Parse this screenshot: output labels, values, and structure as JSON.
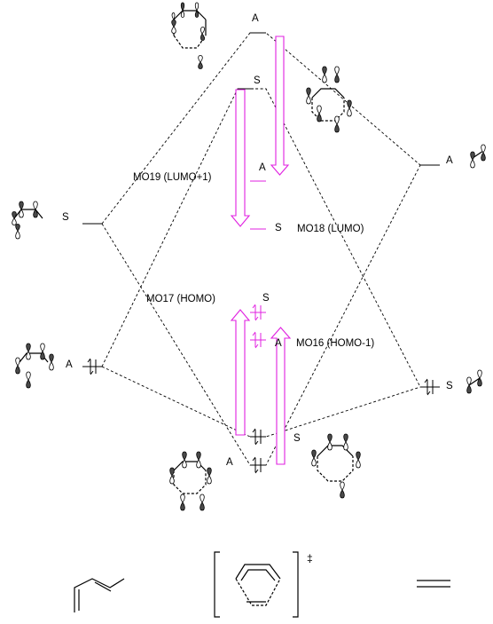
{
  "labels": {
    "mo19": "MO19 (LUMO+1)",
    "mo18": "MO18 (LUMO)",
    "mo17": "MO17 (HOMO)",
    "mo16": "MO16 (HOMO-1)",
    "sym_top_a": "A",
    "sym_top_s": "S",
    "sym_left_s": "S",
    "sym_left_a": "A",
    "sym_right_a": "A",
    "sym_right_s": "S",
    "sym_mid_a": "A",
    "sym_mid_s": "S",
    "sym_homo_s": "S",
    "sym_homo1_a": "A",
    "sym_bot_s": "S",
    "sym_bot_a": "A",
    "double_dagger": "‡"
  },
  "colors": {
    "highlight": "#e020e0",
    "lines": "#000000",
    "lobe_fill": "#4a4a4a"
  }
}
